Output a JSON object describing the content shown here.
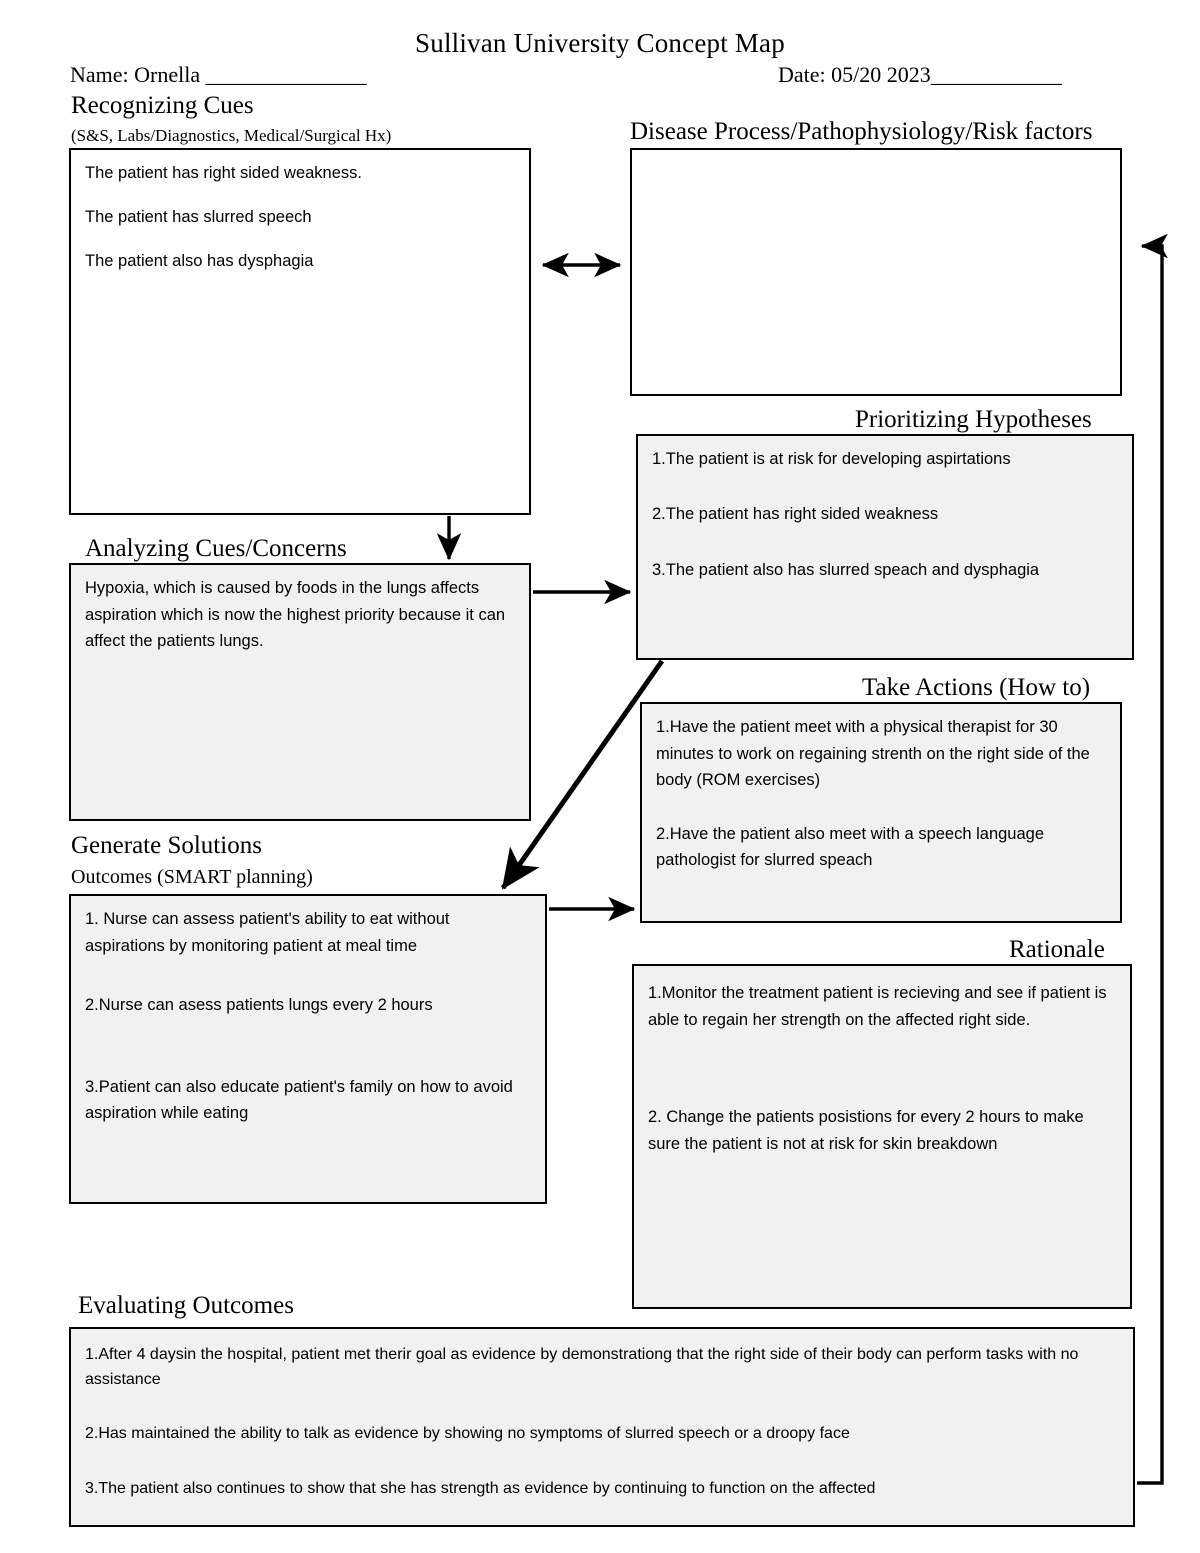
{
  "header": {
    "title": "Sullivan University Concept Map",
    "name_label": "Name: Ornella",
    "name_rule": "________________",
    "date_label": "Date: 05/20 2023",
    "date_rule": "_____________"
  },
  "sections": {
    "recognizing_cues": {
      "heading": "Recognizing Cues",
      "subheading": "(S&S, Labs/Diagnostics, Medical/Surgical Hx)",
      "lines": [
        "The patient has right sided weakness.",
        "The patient has slurred speech",
        "The patient also has dysphagia"
      ]
    },
    "disease_process": {
      "heading": "Disease Process/Pathophysiology/Risk factors",
      "lines": []
    },
    "analyzing_cues": {
      "heading": "Analyzing Cues/Concerns",
      "lines": [
        "Hypoxia, which is caused by foods in the lungs affects aspiration which is now the highest priority because it can affect the patients lungs."
      ]
    },
    "prioritizing_hypotheses": {
      "heading": "Prioritizing Hypotheses",
      "lines": [
        "1.The patient is at risk for developing aspirtations",
        "2.The patient has right sided weakness",
        "3.The patient also has slurred speach and dysphagia"
      ]
    },
    "take_actions": {
      "heading": "Take Actions (How to)",
      "lines": [
        "1.Have the patient meet with a physical therapist for 30 minutes to work on regaining strenth on the right side of the body (ROM exercises)",
        "2.Have the patient also meet with a speech language pathologist for slurred speach"
      ]
    },
    "generate_solutions": {
      "heading": "Generate Solutions",
      "subheading": "Outcomes (SMART planning)",
      "lines": [
        "1. Nurse can assess patient's ability to eat without aspirations by monitoring patient at meal time",
        "2.Nurse can asess patients lungs every 2 hours",
        "3.Patient can also educate patient's family on how to avoid aspiration while eating"
      ]
    },
    "rationale": {
      "heading": "Rationale",
      "lines": [
        "1.Monitor the treatment patient is recieving and see if patient is able to regain her strength on the affected right side.",
        "2. Change the patients posistions for every 2 hours to make sure the patient is not at risk for skin breakdown"
      ]
    },
    "evaluating_outcomes": {
      "heading": "Evaluating Outcomes",
      "lines": [
        "1.After 4 daysin the hospital, patient met therir goal as evidence by demonstrationg that the right side of their body can perform tasks with no assistance",
        "2.Has maintained the ability to talk as evidence by showing no symptoms of slurred speech or a droopy face",
        "3.The patient also continues to show that she has strength as evidence by continuing to function on the affected"
      ]
    }
  },
  "colors": {
    "box_fill": "#f1f1f1",
    "box_border": "#000000",
    "page_background": "#ffffff",
    "text": "#000000"
  }
}
